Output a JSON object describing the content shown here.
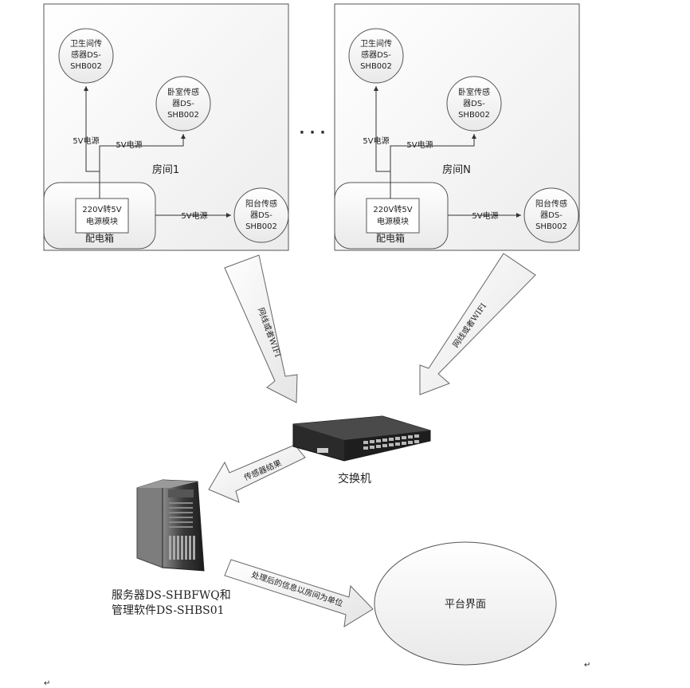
{
  "room1": {
    "label": "房间1",
    "bathroom_sensor": [
      "卫生间传",
      "感器DS-",
      "SHB002"
    ],
    "bedroom_sensor": [
      "卧室传感",
      "器DS-",
      "SHB002"
    ],
    "balcony_sensor": [
      "阳台传感",
      "器DS-",
      "SHB002"
    ],
    "power_module": [
      "220V转5V",
      "电源模块"
    ],
    "distribution_box": "配电箱",
    "power_label": "5V电源"
  },
  "roomN": {
    "label": "房间N",
    "bathroom_sensor": [
      "卫生间传",
      "感器DS-",
      "SHB002"
    ],
    "bedroom_sensor": [
      "卧室传感",
      "器DS-",
      "SHB002"
    ],
    "balcony_sensor": [
      "阳台传感",
      "器DS-",
      "SHB002"
    ],
    "power_module": [
      "220V转5V",
      "电源模块"
    ],
    "distribution_box": "配电箱",
    "power_label": "5V电源"
  },
  "ellipsis": "· · ·",
  "arrows": {
    "left_network": "网线或者WIFI",
    "right_network": "网线或者WIFI",
    "sensor_results": "传感器结果",
    "processed_info": "处理后的信息以房间为单位"
  },
  "switch": {
    "label": "交换机"
  },
  "server": {
    "label_line1": "服务器DS-SHBFWQ和",
    "label_line2": "管理软件DS-SHBS01"
  },
  "platform": {
    "label": "平台界面"
  },
  "return_marks": [
    "↵",
    "↵"
  ]
}
